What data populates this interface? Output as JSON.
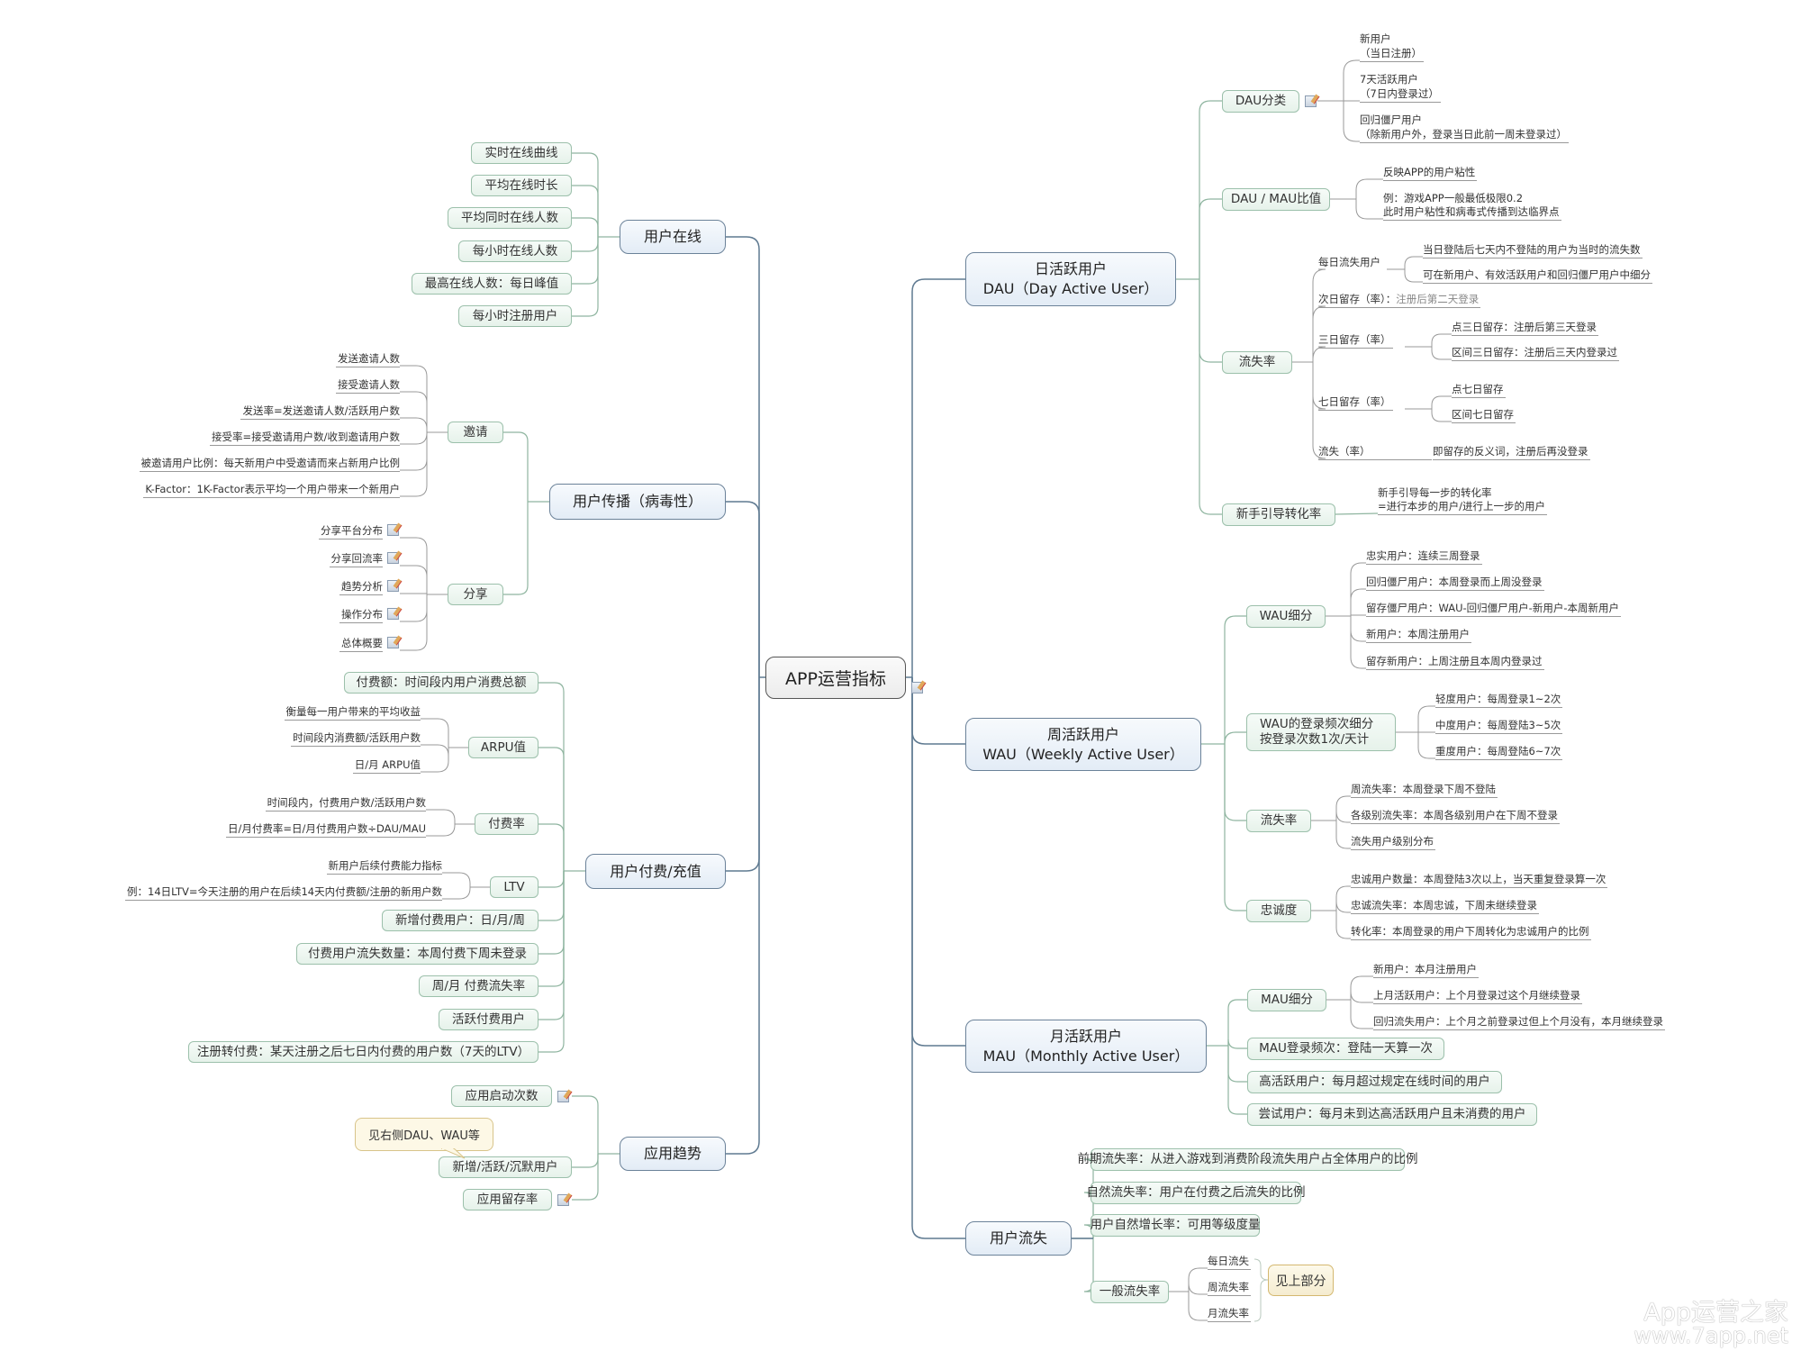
{
  "root": {
    "label": "APP运营指标"
  },
  "left": {
    "online": {
      "label": "用户在线",
      "items": [
        "实时在线曲线",
        "平均在线时长",
        "平均同时在线人数",
        "每小时在线人数",
        "最高在线人数：每日峰值",
        "每小时注册用户"
      ]
    },
    "viral": {
      "label": "用户传播（病毒性）",
      "invite": {
        "label": "邀请",
        "items": [
          "发送邀请人数",
          "接受邀请人数",
          "发送率=发送邀请人数/活跃用户数",
          "接受率=接受邀请用户数/收到邀请用户数",
          "被邀请用户比例：每天新用户中受邀请而来占新用户比例",
          "K-Factor：1K-Factor表示平均一个用户带来一个新用户"
        ]
      },
      "share": {
        "label": "分享",
        "items": [
          "分享平台分布",
          "分享回流率",
          "趋势分析",
          "操作分布",
          "总体概要"
        ]
      }
    },
    "pay": {
      "label": "用户付费/充值",
      "amount": "付费额：时间段内用户消费总额",
      "arpu": {
        "label": "ARPU值",
        "items": [
          "衡量每一用户带来的平均收益",
          "时间段内消费额/活跃用户数",
          "日/月 ARPU值"
        ]
      },
      "rate": {
        "label": "付费率",
        "items": [
          "时间段内，付费用户数/活跃用户数",
          "日/月付费率=日/月付费用户数÷DAU/MAU"
        ]
      },
      "ltv": {
        "label": "LTV",
        "items": [
          "新用户后续付费能力指标",
          "例：14日LTV=今天注册的用户在后续14天内付费额/注册的新用户数"
        ]
      },
      "boxes": [
        "新增付费用户：日/月/周",
        "付费用户流失数量：本周付费下周未登录",
        "周/月 付费流失率",
        "活跃付费用户",
        "注册转付费：某天注册之后七日内付费的用户数（7天的LTV）"
      ]
    },
    "trend": {
      "label": "应用趋势",
      "items": [
        "应用启动次数",
        "新增/活跃/沉默用户",
        "应用留存率"
      ],
      "callout": "见右侧DAU、WAU等"
    }
  },
  "right": {
    "dau": {
      "line1": "日活跃用户",
      "line2": "DAU（Day Active User）",
      "category": {
        "label": "DAU分类",
        "items": [
          [
            "新用户",
            "（当日注册）"
          ],
          [
            "7天活跃用户",
            "（7日内登录过）"
          ],
          [
            "回归僵尸用户",
            "（除新用户外，登录当日此前一周未登录过）"
          ]
        ]
      },
      "ratio": {
        "label": "DAU / MAU比值",
        "items": [
          "反映APP的用户粘性",
          "例：游戏APP一般最低极限0.2",
          "此时用户粘性和病毒式传播到达临界点"
        ]
      },
      "churn": {
        "label": "流失率",
        "daily": {
          "label": "每日流失用户",
          "items": [
            "当日登陆后七天内不登陆的用户为当时的流失数",
            "可在新用户、有效活跃用户和回归僵尸用户中细分"
          ]
        },
        "next_day": {
          "label": "次日留存（率）：",
          "desc": "注册后第二天登录"
        },
        "three_day": {
          "label": "三日留存（率）",
          "items": [
            "点三日留存：注册后第三天登录",
            "区间三日留存：注册后三天内登录过"
          ]
        },
        "seven_day": {
          "label": "七日留存（率）",
          "items": [
            "点七日留存",
            "区间七日留存"
          ]
        },
        "lost": {
          "label": "流失（率）",
          "desc": "即留存的反义词，注册后再没登录"
        }
      },
      "guide": {
        "label": "新手引导转化率",
        "items": [
          "新手引导每一步的转化率",
          "=进行本步的用户/进行上一步的用户"
        ]
      }
    },
    "wau": {
      "line1": "周活跃用户",
      "line2": "WAU（Weekly Active User）",
      "segment": {
        "label": "WAU细分",
        "items": [
          "忠实用户：连续三周登录",
          "回归僵尸用户：本周登录而上周没登录",
          "留存僵尸用户：WAU-回归僵尸用户-新用户-本周新用户",
          "新用户：本周注册用户",
          "留存新用户：上周注册且本周内登录过"
        ]
      },
      "freq": {
        "line1": "WAU的登录频次细分",
        "line2": "按登录次数1次/天计",
        "items": [
          "轻度用户：每周登录1~2次",
          "中度用户：每周登陆3~5次",
          "重度用户：每周登陆6~7次"
        ]
      },
      "churn": {
        "label": "流失率",
        "items": [
          "周流失率：本周登录下周不登陆",
          "各级别流失率：本周各级别用户在下周不登录",
          "流失用户级别分布"
        ]
      },
      "loyalty": {
        "label": "忠诚度",
        "items": [
          "忠诚用户数量：本周登陆3次以上，当天重复登录算一次",
          "忠诚流失率：本周忠诚，下周未继续登录",
          "转化率：本周登录的用户下周转化为忠诚用户的比例"
        ]
      }
    },
    "mau": {
      "line1": "月活跃用户",
      "line2": "MAU（Monthly Active User）",
      "segment": {
        "label": "MAU细分",
        "items": [
          "新用户：本月注册用户",
          "上月活跃用户：上个月登录过这个月继续登录",
          "回归流失用户：上个月之前登录过但上个月没有，本月继续登录"
        ]
      },
      "boxes": [
        "MAU登录频次：登陆一天算一次",
        "高活跃用户：每月超过规定在线时间的用户",
        "尝试用户：每月未到达高活跃用户且未消费的用户"
      ]
    },
    "churn": {
      "label": "用户流失",
      "boxes": [
        "前期流失率：从进入游戏到消费阶段流失用户占全体用户的比例",
        "自然流失率：用户在付费之后流失的比例",
        "用户自然增长率：可用等级度量"
      ],
      "general": {
        "label": "一般流失率",
        "items": [
          "每日流失",
          "周流失率",
          "月流失率"
        ],
        "see": "见上部分"
      }
    }
  },
  "watermark": {
    "line1": "App运营之家",
    "line2": "www.7app.net"
  },
  "colors": {
    "wire_main": "#5f7a91",
    "wire_sub": "#8fb5a0",
    "wire_leaf": "#999999"
  }
}
